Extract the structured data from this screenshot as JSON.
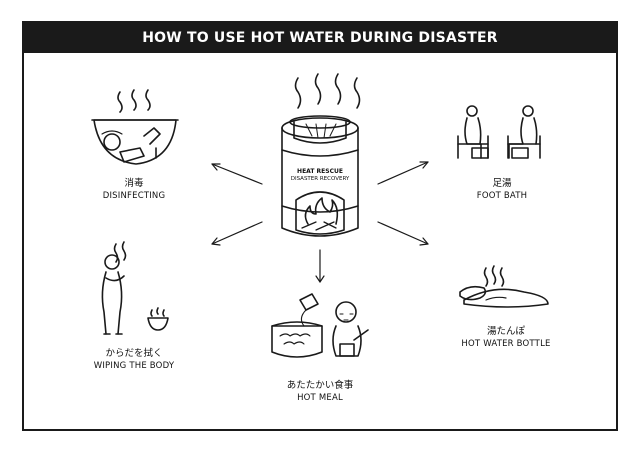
{
  "title": "HOW TO USE HOT WATER DURING DISASTER",
  "drum": {
    "brand": "HEAT RESCUE",
    "sub": "DISASTER RECOVERY"
  },
  "uses": [
    {
      "jp": "消毒",
      "en": "DISINFECTING"
    },
    {
      "jp": "足湯",
      "en": "FOOT BATH"
    },
    {
      "jp": "からだを拭く",
      "en": "WIPING THE BODY"
    },
    {
      "jp": "湯たんぽ",
      "en": "HOT WATER BOTTLE"
    },
    {
      "jp": "あたたかい食事",
      "en": "HOT MEAL"
    }
  ]
}
